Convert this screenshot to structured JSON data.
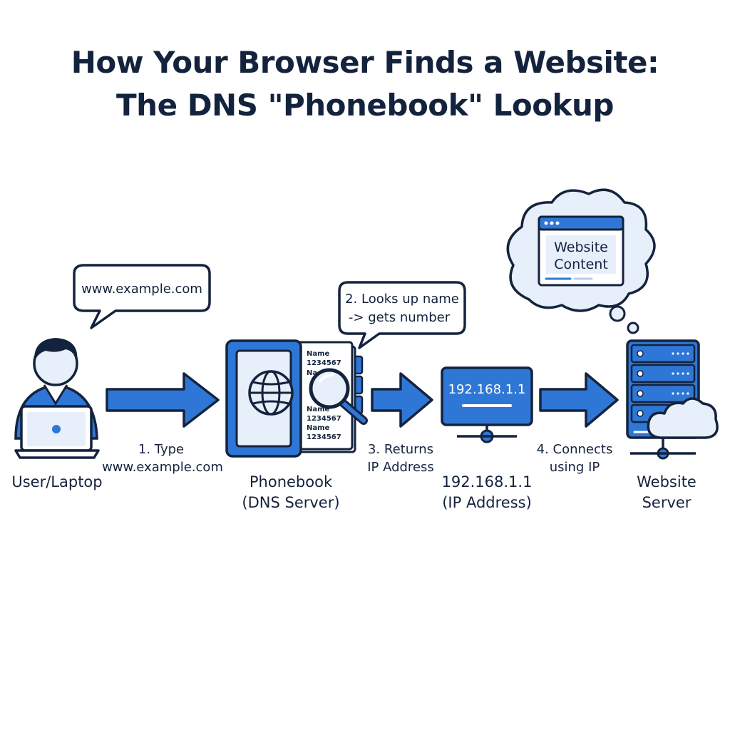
{
  "title": {
    "line1": "How Your Browser Finds a Website:",
    "line2": "The DNS \"Phonebook\" Lookup"
  },
  "nodes": {
    "user": {
      "label": "User/Laptop",
      "bubble": "www.example.com"
    },
    "phonebook": {
      "label_line1": "Phonebook",
      "label_line2": "(DNS Server)",
      "entries": [
        {
          "name": "Name",
          "number": "1234567"
        },
        {
          "name": "Na",
          "number": ""
        },
        {
          "name": "Name",
          "number": "1234567"
        },
        {
          "name": "Name",
          "number": "1234567"
        }
      ],
      "bubble_line1": "2. Looks up name",
      "bubble_line2": "-> gets number"
    },
    "ip": {
      "screen_text": "192.168.1.1",
      "label_line1": "192.168.1.1",
      "label_line2": "(IP Address)"
    },
    "server": {
      "label_line1": "Website",
      "label_line2": "Server",
      "thought_line1": "Website",
      "thought_line2": "Content"
    }
  },
  "steps": {
    "step1_line1": "1. Type",
    "step1_line2": "www.example.com",
    "step3_line1": "3. Returns",
    "step3_line2": "IP Address",
    "step4_line1": "4. Connects",
    "step4_line2": "using IP"
  },
  "colors": {
    "navy": "#14233d",
    "blue": "#2f77d6",
    "light_blue": "#e6effa",
    "white": "#ffffff"
  },
  "icons": [
    "user-icon",
    "laptop-icon",
    "globe-icon",
    "magnifier-icon",
    "monitor-icon",
    "server-icon",
    "cloud-icon"
  ]
}
